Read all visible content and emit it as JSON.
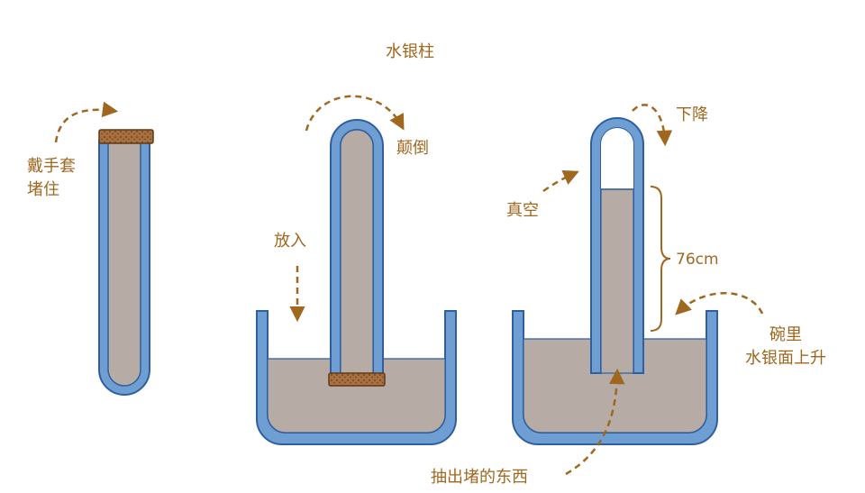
{
  "colors": {
    "glass": "#6f9fd2",
    "glass_outline": "#2f5f9f",
    "mercury": "#b7aba5",
    "cork": "#a8703f",
    "arrow": "#a0671f",
    "label": "#a0671f"
  },
  "labels": {
    "glove_plug_line1": "戴手套",
    "glove_plug_line2": "堵住",
    "mercury_column": "水银柱",
    "invert": "颠倒",
    "put_in": "放入",
    "descend": "下降",
    "vacuum": "真空",
    "height": "76cm",
    "bowl_rise_line1": "碗里",
    "bowl_rise_line2": "水银面上升",
    "remove_plug": "抽出堵的东西"
  }
}
